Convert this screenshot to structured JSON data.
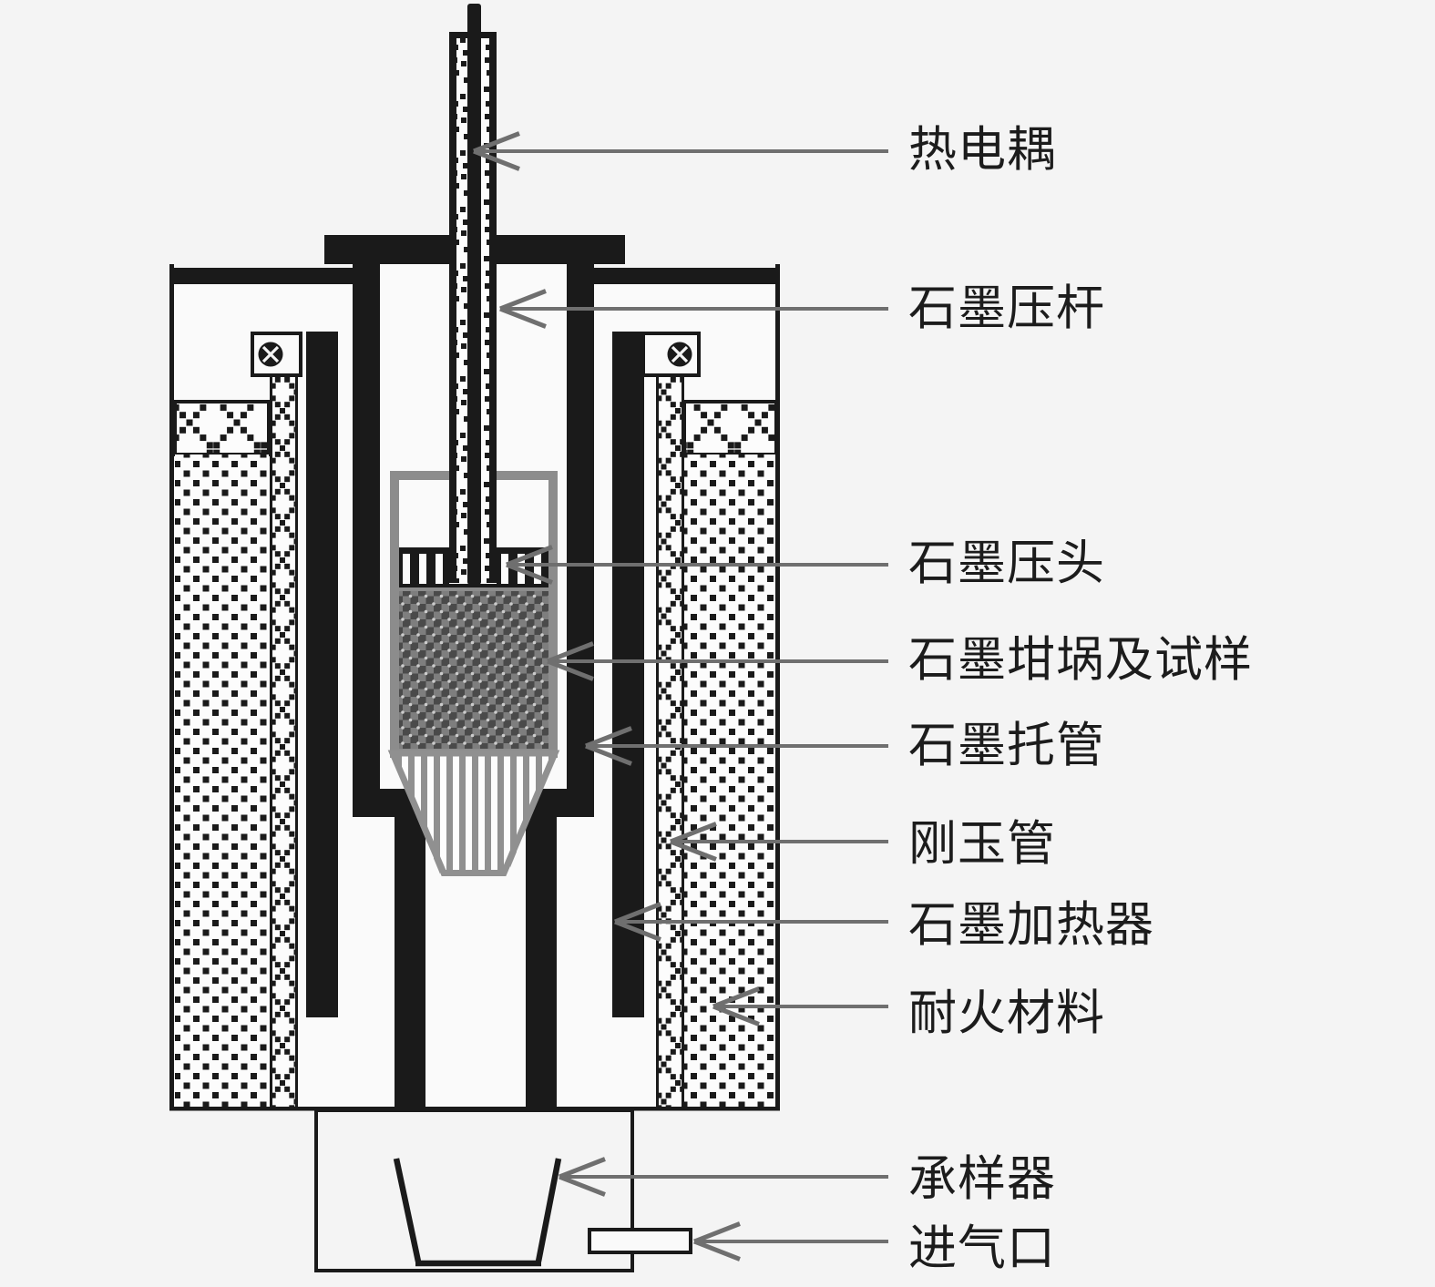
{
  "colors": {
    "background": "#f4f4f4",
    "ink": "#1a1a1a",
    "arrow": "#6f6f6f",
    "graphite_gray": "#8c8c8c",
    "funnel_gray": "#909090",
    "pattern_bg": "#fcfcfc",
    "chamber_bg": "#fafafa",
    "text_color": "#1c1c1c"
  },
  "labels": [
    {
      "id": "thermocouple",
      "text": "热电耦"
    },
    {
      "id": "graphite-push-rod",
      "text": "石墨压杆"
    },
    {
      "id": "graphite-press-head",
      "text": "石墨压头"
    },
    {
      "id": "graphite-crucible-sample",
      "text": "石墨坩埚及试样"
    },
    {
      "id": "graphite-support-tube",
      "text": "石墨托管"
    },
    {
      "id": "corundum-tube",
      "text": "刚玉管"
    },
    {
      "id": "graphite-heater",
      "text": "石墨加热器"
    },
    {
      "id": "refractory-material",
      "text": "耐火材料"
    },
    {
      "id": "sample-receiver",
      "text": "承样器"
    },
    {
      "id": "gas-inlet",
      "text": "进气口"
    }
  ]
}
